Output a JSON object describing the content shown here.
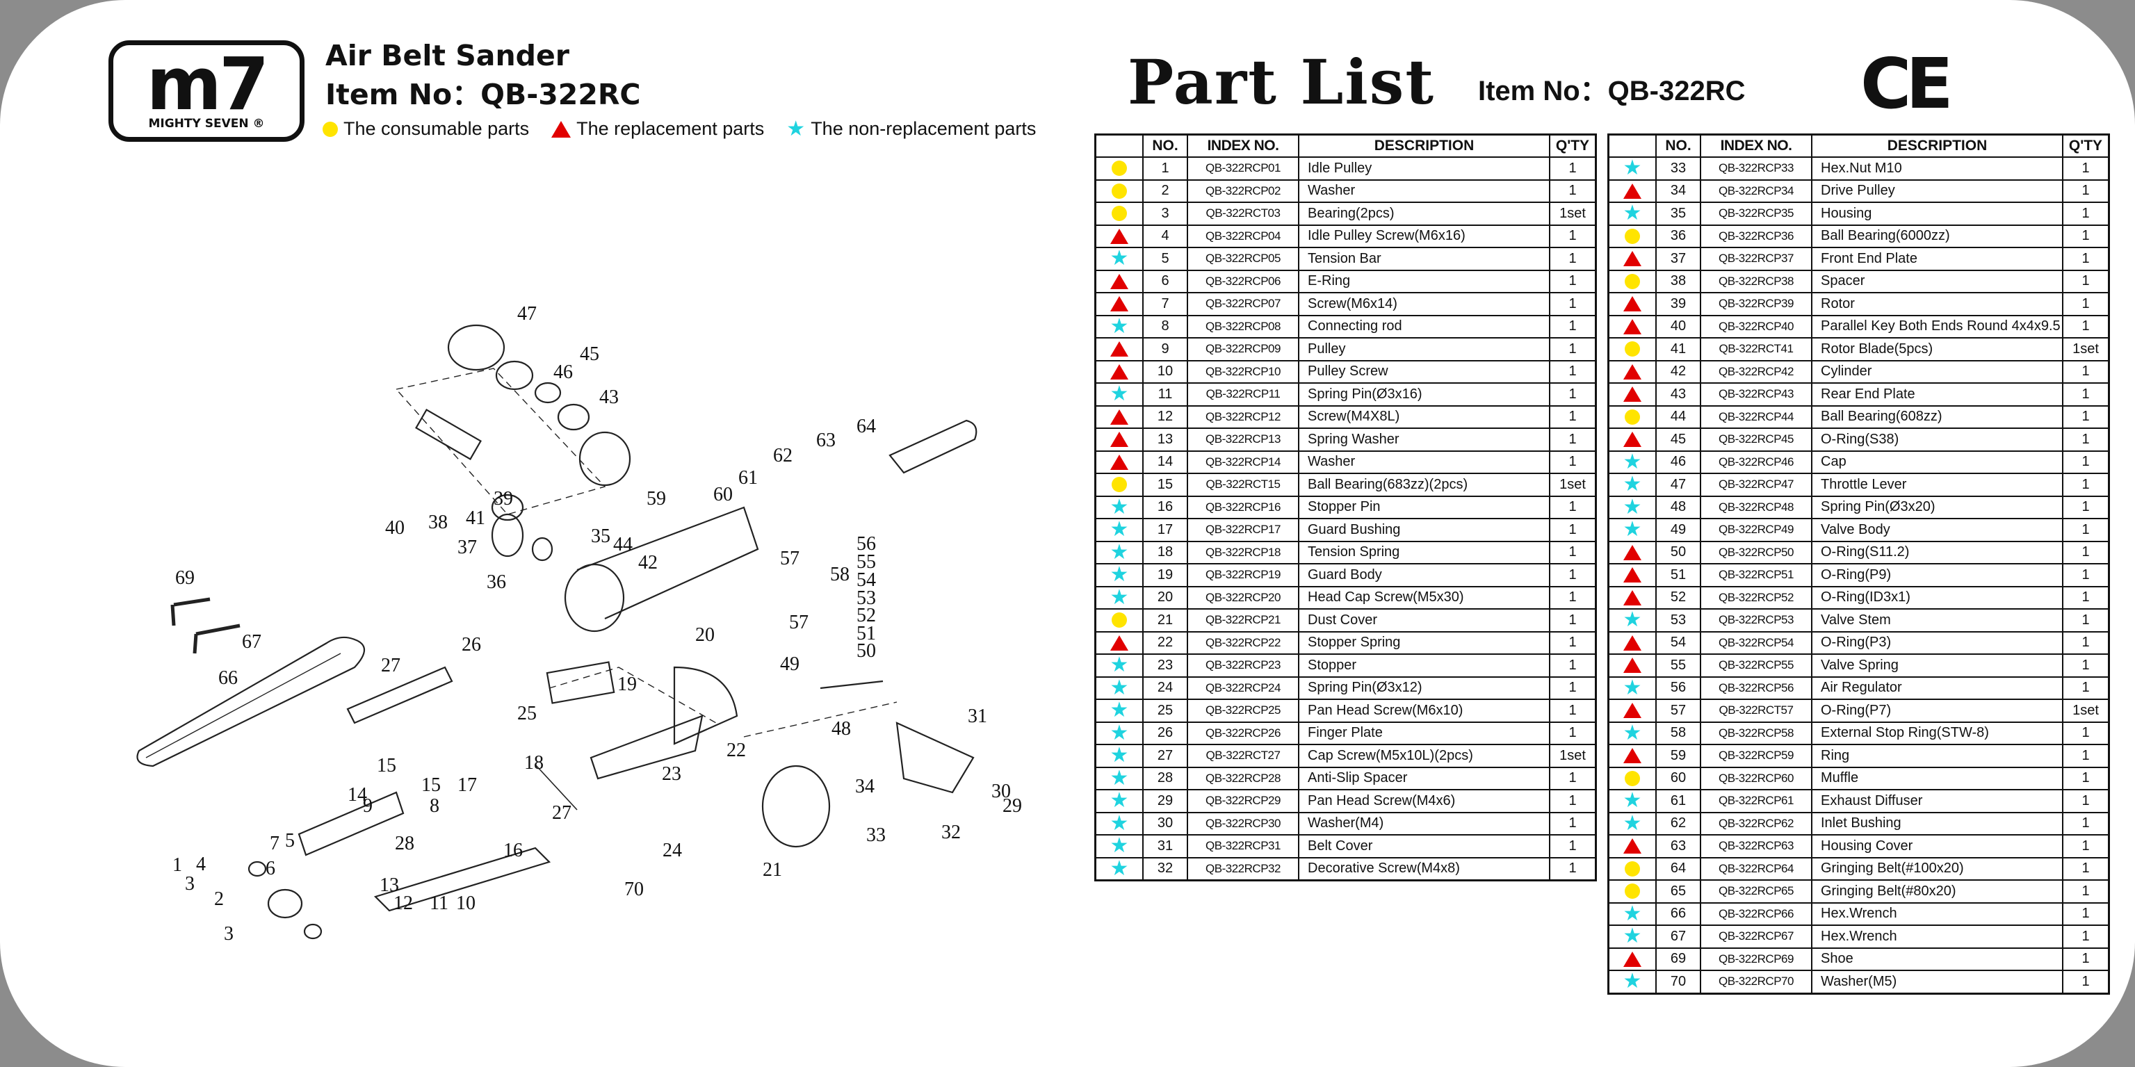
{
  "header": {
    "logo_mark": "m7",
    "logo_sub": "MIGHTY SEVEN ®",
    "product_name": "Air Belt Sander",
    "item_no": "Item No：QB-322RC"
  },
  "legend": [
    {
      "symbol": "consumable",
      "label": "The consumable parts",
      "color": "#ffe400"
    },
    {
      "symbol": "replacement",
      "label": "The replacement parts",
      "color": "#e10000"
    },
    {
      "symbol": "non-replacement",
      "label": "The non-replacement parts",
      "color": "#1fd3df"
    }
  ],
  "part_list": {
    "title": "Part  List",
    "item_no": "Item No：QB-322RC",
    "ce_mark": "CE",
    "columns": [
      "",
      "NO.",
      "INDEX NO.",
      "DESCRIPTION",
      "Q'TY"
    ],
    "left": [
      {
        "sym": "consumable",
        "no": "1",
        "index": "QB-322RCP01",
        "desc": "Idle Pulley",
        "qty": "1"
      },
      {
        "sym": "consumable",
        "no": "2",
        "index": "QB-322RCP02",
        "desc": "Washer",
        "qty": "1"
      },
      {
        "sym": "consumable",
        "no": "3",
        "index": "QB-322RCT03",
        "desc": "Bearing(2pcs)",
        "qty": "1set"
      },
      {
        "sym": "replacement",
        "no": "4",
        "index": "QB-322RCP04",
        "desc": "Idle Pulley Screw(M6x16)",
        "qty": "1"
      },
      {
        "sym": "non-replacement",
        "no": "5",
        "index": "QB-322RCP05",
        "desc": "Tension Bar",
        "qty": "1"
      },
      {
        "sym": "replacement",
        "no": "6",
        "index": "QB-322RCP06",
        "desc": "E-Ring",
        "qty": "1"
      },
      {
        "sym": "replacement",
        "no": "7",
        "index": "QB-322RCP07",
        "desc": "Screw(M6x14)",
        "qty": "1"
      },
      {
        "sym": "non-replacement",
        "no": "8",
        "index": "QB-322RCP08",
        "desc": "Connecting rod",
        "qty": "1"
      },
      {
        "sym": "replacement",
        "no": "9",
        "index": "QB-322RCP09",
        "desc": "Pulley",
        "qty": "1"
      },
      {
        "sym": "replacement",
        "no": "10",
        "index": "QB-322RCP10",
        "desc": "Pulley Screw",
        "qty": "1"
      },
      {
        "sym": "non-replacement",
        "no": "11",
        "index": "QB-322RCP11",
        "desc": "Spring Pin(Ø3x16)",
        "qty": "1"
      },
      {
        "sym": "replacement",
        "no": "12",
        "index": "QB-322RCP12",
        "desc": "Screw(M4X8L)",
        "qty": "1"
      },
      {
        "sym": "replacement",
        "no": "13",
        "index": "QB-322RCP13",
        "desc": "Spring Washer",
        "qty": "1"
      },
      {
        "sym": "replacement",
        "no": "14",
        "index": "QB-322RCP14",
        "desc": "Washer",
        "qty": "1"
      },
      {
        "sym": "consumable",
        "no": "15",
        "index": "QB-322RCT15",
        "desc": "Ball Bearing(683zz)(2pcs)",
        "qty": "1set"
      },
      {
        "sym": "non-replacement",
        "no": "16",
        "index": "QB-322RCP16",
        "desc": "Stopper Pin",
        "qty": "1"
      },
      {
        "sym": "non-replacement",
        "no": "17",
        "index": "QB-322RCP17",
        "desc": "Guard Bushing",
        "qty": "1"
      },
      {
        "sym": "non-replacement",
        "no": "18",
        "index": "QB-322RCP18",
        "desc": "Tension Spring",
        "qty": "1"
      },
      {
        "sym": "non-replacement",
        "no": "19",
        "index": "QB-322RCP19",
        "desc": "Guard Body",
        "qty": "1"
      },
      {
        "sym": "non-replacement",
        "no": "20",
        "index": "QB-322RCP20",
        "desc": "Head Cap Screw(M5x30)",
        "qty": "1"
      },
      {
        "sym": "consumable",
        "no": "21",
        "index": "QB-322RCP21",
        "desc": "Dust Cover",
        "qty": "1"
      },
      {
        "sym": "replacement",
        "no": "22",
        "index": "QB-322RCP22",
        "desc": "Stopper Spring",
        "qty": "1"
      },
      {
        "sym": "non-replacement",
        "no": "23",
        "index": "QB-322RCP23",
        "desc": "Stopper",
        "qty": "1"
      },
      {
        "sym": "non-replacement",
        "no": "24",
        "index": "QB-322RCP24",
        "desc": "Spring Pin(Ø3x12)",
        "qty": "1"
      },
      {
        "sym": "non-replacement",
        "no": "25",
        "index": "QB-322RCP25",
        "desc": "Pan Head Screw(M6x10)",
        "qty": "1"
      },
      {
        "sym": "non-replacement",
        "no": "26",
        "index": "QB-322RCP26",
        "desc": "Finger Plate",
        "qty": "1"
      },
      {
        "sym": "non-replacement",
        "no": "27",
        "index": "QB-322RCT27",
        "desc": "Cap Screw(M5x10L)(2pcs)",
        "qty": "1set"
      },
      {
        "sym": "non-replacement",
        "no": "28",
        "index": "QB-322RCP28",
        "desc": "Anti-Slip Spacer",
        "qty": "1"
      },
      {
        "sym": "non-replacement",
        "no": "29",
        "index": "QB-322RCP29",
        "desc": "Pan Head Screw(M4x6)",
        "qty": "1"
      },
      {
        "sym": "non-replacement",
        "no": "30",
        "index": "QB-322RCP30",
        "desc": "Washer(M4)",
        "qty": "1"
      },
      {
        "sym": "non-replacement",
        "no": "31",
        "index": "QB-322RCP31",
        "desc": "Belt Cover",
        "qty": "1"
      },
      {
        "sym": "non-replacement",
        "no": "32",
        "index": "QB-322RCP32",
        "desc": "Decorative Screw(M4x8)",
        "qty": "1"
      }
    ],
    "right": [
      {
        "sym": "non-replacement",
        "no": "33",
        "index": "QB-322RCP33",
        "desc": "Hex.Nut M10",
        "qty": "1"
      },
      {
        "sym": "replacement",
        "no": "34",
        "index": "QB-322RCP34",
        "desc": "Drive Pulley",
        "qty": "1"
      },
      {
        "sym": "non-replacement",
        "no": "35",
        "index": "QB-322RCP35",
        "desc": "Housing",
        "qty": "1"
      },
      {
        "sym": "consumable",
        "no": "36",
        "index": "QB-322RCP36",
        "desc": "Ball Bearing(6000zz)",
        "qty": "1"
      },
      {
        "sym": "replacement",
        "no": "37",
        "index": "QB-322RCP37",
        "desc": "Front End Plate",
        "qty": "1"
      },
      {
        "sym": "consumable",
        "no": "38",
        "index": "QB-322RCP38",
        "desc": "Spacer",
        "qty": "1"
      },
      {
        "sym": "replacement",
        "no": "39",
        "index": "QB-322RCP39",
        "desc": "Rotor",
        "qty": "1"
      },
      {
        "sym": "replacement",
        "no": "40",
        "index": "QB-322RCP40",
        "desc": "Parallel Key Both Ends Round 4x4x9.5",
        "qty": "1"
      },
      {
        "sym": "consumable",
        "no": "41",
        "index": "QB-322RCT41",
        "desc": "Rotor Blade(5pcs)",
        "qty": "1set"
      },
      {
        "sym": "replacement",
        "no": "42",
        "index": "QB-322RCP42",
        "desc": "Cylinder",
        "qty": "1"
      },
      {
        "sym": "replacement",
        "no": "43",
        "index": "QB-322RCP43",
        "desc": "Rear End Plate",
        "qty": "1"
      },
      {
        "sym": "consumable",
        "no": "44",
        "index": "QB-322RCP44",
        "desc": "Ball Bearing(608zz)",
        "qty": "1"
      },
      {
        "sym": "replacement",
        "no": "45",
        "index": "QB-322RCP45",
        "desc": "O-Ring(S38)",
        "qty": "1"
      },
      {
        "sym": "non-replacement",
        "no": "46",
        "index": "QB-322RCP46",
        "desc": "Cap",
        "qty": "1"
      },
      {
        "sym": "non-replacement",
        "no": "47",
        "index": "QB-322RCP47",
        "desc": "Throttle Lever",
        "qty": "1"
      },
      {
        "sym": "non-replacement",
        "no": "48",
        "index": "QB-322RCP48",
        "desc": "Spring Pin(Ø3x20)",
        "qty": "1"
      },
      {
        "sym": "non-replacement",
        "no": "49",
        "index": "QB-322RCP49",
        "desc": "Valve Body",
        "qty": "1"
      },
      {
        "sym": "replacement",
        "no": "50",
        "index": "QB-322RCP50",
        "desc": "O-Ring(S11.2)",
        "qty": "1"
      },
      {
        "sym": "replacement",
        "no": "51",
        "index": "QB-322RCP51",
        "desc": "O-Ring(P9)",
        "qty": "1"
      },
      {
        "sym": "replacement",
        "no": "52",
        "index": "QB-322RCP52",
        "desc": "O-Ring(ID3x1)",
        "qty": "1"
      },
      {
        "sym": "non-replacement",
        "no": "53",
        "index": "QB-322RCP53",
        "desc": "Valve Stem",
        "qty": "1"
      },
      {
        "sym": "replacement",
        "no": "54",
        "index": "QB-322RCP54",
        "desc": "O-Ring(P3)",
        "qty": "1"
      },
      {
        "sym": "replacement",
        "no": "55",
        "index": "QB-322RCP55",
        "desc": "Valve Spring",
        "qty": "1"
      },
      {
        "sym": "non-replacement",
        "no": "56",
        "index": "QB-322RCP56",
        "desc": "Air Regulator",
        "qty": "1"
      },
      {
        "sym": "replacement",
        "no": "57",
        "index": "QB-322RCT57",
        "desc": "O-Ring(P7)",
        "qty": "1set"
      },
      {
        "sym": "non-replacement",
        "no": "58",
        "index": "QB-322RCP58",
        "desc": "External Stop Ring(STW-8)",
        "qty": "1"
      },
      {
        "sym": "replacement",
        "no": "59",
        "index": "QB-322RCP59",
        "desc": "Ring",
        "qty": "1"
      },
      {
        "sym": "consumable",
        "no": "60",
        "index": "QB-322RCP60",
        "desc": "Muffle",
        "qty": "1"
      },
      {
        "sym": "non-replacement",
        "no": "61",
        "index": "QB-322RCP61",
        "desc": "Exhaust Diffuser",
        "qty": "1"
      },
      {
        "sym": "non-replacement",
        "no": "62",
        "index": "QB-322RCP62",
        "desc": "Inlet Bushing",
        "qty": "1"
      },
      {
        "sym": "replacement",
        "no": "63",
        "index": "QB-322RCP63",
        "desc": "Housing Cover",
        "qty": "1"
      },
      {
        "sym": "consumable",
        "no": "64",
        "index": "QB-322RCP64",
        "desc": "Gringing Belt(#100x20)",
        "qty": "1"
      },
      {
        "sym": "consumable",
        "no": "65",
        "index": "QB-322RCP65",
        "desc": "Gringing Belt(#80x20)",
        "qty": "1"
      },
      {
        "sym": "non-replacement",
        "no": "66",
        "index": "QB-322RCP66",
        "desc": "Hex.Wrench",
        "qty": "1"
      },
      {
        "sym": "non-replacement",
        "no": "67",
        "index": "QB-322RCP67",
        "desc": "Hex.Wrench",
        "qty": "1"
      },
      {
        "sym": "replacement",
        "no": "69",
        "index": "QB-322RCP69",
        "desc": "Shoe",
        "qty": "1"
      },
      {
        "sym": "non-replacement",
        "no": "70",
        "index": "QB-322RCP70",
        "desc": "Washer(M5)",
        "qty": "1"
      }
    ]
  },
  "diagram": {
    "callouts": [
      "1",
      "2",
      "3",
      "3",
      "4",
      "5",
      "6",
      "7",
      "8",
      "9",
      "10",
      "11",
      "12",
      "13",
      "14",
      "15",
      "15",
      "16",
      "17",
      "18",
      "19",
      "20",
      "21",
      "22",
      "23",
      "24",
      "25",
      "26",
      "27",
      "27",
      "28",
      "29",
      "30",
      "31",
      "32",
      "33",
      "34",
      "35",
      "36",
      "37",
      "38",
      "39",
      "40",
      "41",
      "42",
      "43",
      "44",
      "45",
      "46",
      "47",
      "48",
      "49",
      "50",
      "51",
      "52",
      "53",
      "54",
      "55",
      "56",
      "57",
      "57",
      "58",
      "59",
      "60",
      "61",
      "62",
      "63",
      "64",
      "66",
      "67",
      "69",
      "70"
    ]
  }
}
